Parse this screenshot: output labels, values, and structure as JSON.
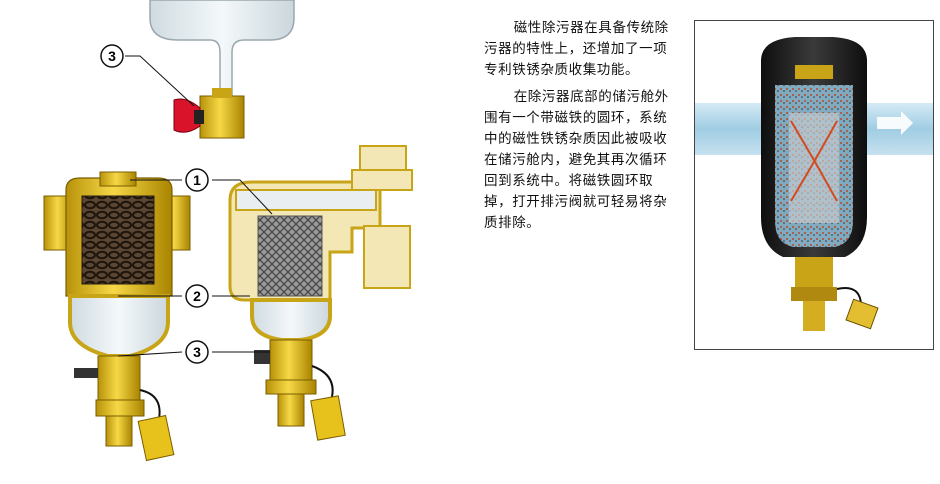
{
  "callouts": [
    {
      "id": "callout-3-top",
      "label": "3"
    },
    {
      "id": "callout-1",
      "label": "1"
    },
    {
      "id": "callout-2",
      "label": "2"
    },
    {
      "id": "callout-3-bottom",
      "label": "3"
    }
  ],
  "description": {
    "paragraph_1": "磁性除污器在具备传统除污器的特性上，还增加了一项专利铁锈杂质收集功能。",
    "paragraph_2": "在除污器底部的储污舱外围有一个带磁铁的圆环，系统中的磁性铁锈杂质因此被吸收在储污舱内，避免其再次循环回到系统中。将磁铁圆环取掉，打开排污阀就可轻易将杂质排除。"
  },
  "colors": {
    "brass": "#e8c21c",
    "brass_dark": "#8a6a00",
    "glass": "#dfe8ec",
    "mesh": "#4a3a2a",
    "valve_red": "#d8132a",
    "pipe_blue": "#a9d4ea",
    "housing": "#1a1a1a"
  },
  "icons": [
    "arrow-right-icon"
  ]
}
